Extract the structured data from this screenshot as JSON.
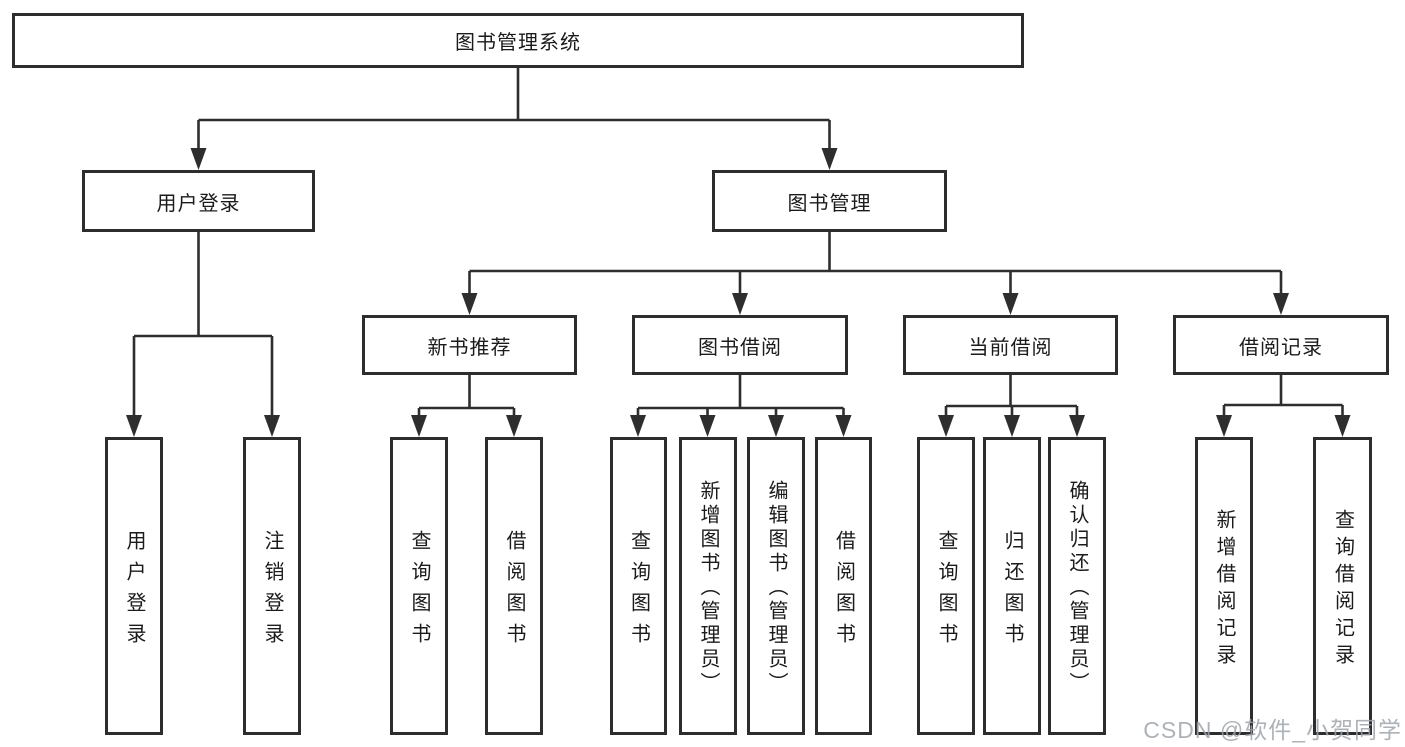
{
  "colors": {
    "line": "#2e2e2e",
    "text": "#1b1b1b",
    "background": "#ffffff",
    "watermark": "#9ea4aa"
  },
  "tree": {
    "root": "图书管理系统",
    "branches": [
      {
        "label": "用户登录",
        "leaves": [
          "用户登录",
          "注销登录"
        ]
      },
      {
        "label": "图书管理",
        "children": [
          {
            "label": "新书推荐",
            "leaves": [
              "查询图书",
              "借阅图书"
            ]
          },
          {
            "label": "图书借阅",
            "leaves": [
              "查询图书",
              "新增图书（管理员）",
              "编辑图书（管理员）",
              "借阅图书"
            ]
          },
          {
            "label": "当前借阅",
            "leaves": [
              "查询图书",
              "归还图书",
              "确认归还（管理员）"
            ]
          },
          {
            "label": "借阅记录",
            "leaves": [
              "新增借阅记录",
              "查询借阅记录"
            ]
          }
        ]
      }
    ]
  },
  "watermark": {
    "text": "CSDN @软件_小贺同学"
  }
}
